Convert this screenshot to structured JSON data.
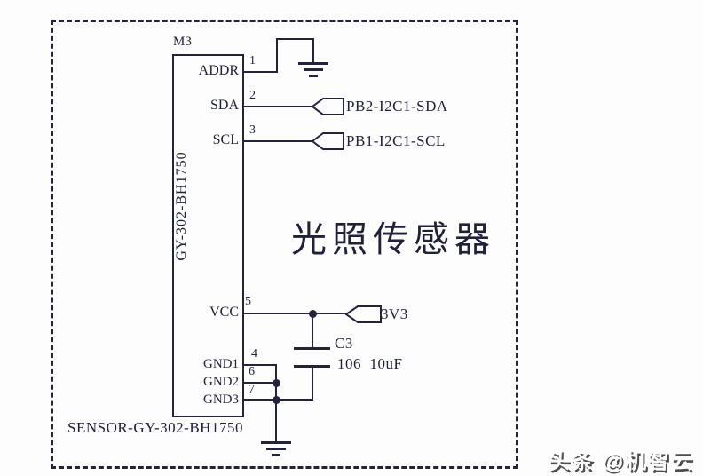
{
  "colors": {
    "background": "#fdfdfd",
    "ink": "#23233c",
    "watermark_fill": "#ffffff",
    "watermark_shadow": "#4d4d4d"
  },
  "component": {
    "refdes": "M3",
    "part_name_vertical": "GY-302-BH1750",
    "bottom_label": "SENSOR-GY-302-BH1750",
    "pins": [
      {
        "number": "1",
        "name": "ADDR"
      },
      {
        "number": "2",
        "name": "SDA"
      },
      {
        "number": "3",
        "name": "SCL"
      },
      {
        "number": "5",
        "name": "VCC"
      },
      {
        "number": "4",
        "name": "GND1"
      },
      {
        "number": "6",
        "name": "GND2"
      },
      {
        "number": "7",
        "name": "GND3"
      }
    ]
  },
  "nets": {
    "sda_label": "PB2-I2C1-SDA",
    "scl_label": "PB1-I2C1-SCL",
    "power_label": "3V3"
  },
  "capacitor": {
    "refdes": "C3",
    "value": "106  10uF"
  },
  "title": "光照传感器",
  "watermark": {
    "text": "头条 @机智云"
  }
}
